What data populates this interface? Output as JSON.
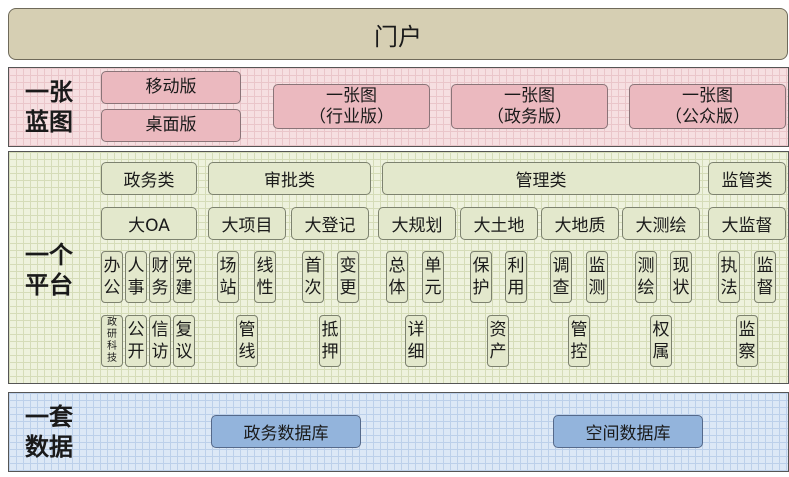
{
  "portal": {
    "label": "门户"
  },
  "blueprint": {
    "title_line1": "一张",
    "title_line2": "蓝图",
    "versions": [
      "移动版",
      "桌面版"
    ],
    "maps": [
      {
        "line1": "一张图",
        "line2": "（行业版）"
      },
      {
        "line1": "一张图",
        "line2": "（政务版）"
      },
      {
        "line1": "一张图",
        "line2": "（公众版）"
      }
    ]
  },
  "platform": {
    "title_line1": "一个",
    "title_line2": "平台",
    "categories": [
      "政务类",
      "审批类",
      "管理类",
      "监管类"
    ],
    "systems": [
      "大OA",
      "大项目",
      "大登记",
      "大规划",
      "大土地",
      "大地质",
      "大测绘",
      "大监督"
    ],
    "modules_row1": [
      [
        "办",
        "公"
      ],
      [
        "人",
        "事"
      ],
      [
        "财",
        "务"
      ],
      [
        "党",
        "建"
      ],
      [
        "场",
        "站"
      ],
      [
        "线",
        "性"
      ],
      [
        "首",
        "次"
      ],
      [
        "变",
        "更"
      ],
      [
        "总",
        "体"
      ],
      [
        "单",
        "元"
      ],
      [
        "保",
        "护"
      ],
      [
        "利",
        "用"
      ],
      [
        "调",
        "查"
      ],
      [
        "监",
        "测"
      ],
      [
        "测",
        "绘"
      ],
      [
        "现",
        "状"
      ],
      [
        "执",
        "法"
      ],
      [
        "监",
        "督"
      ]
    ],
    "modules_row2": [
      [
        "政",
        "研",
        "科",
        "技"
      ],
      [
        "公",
        "开"
      ],
      [
        "信",
        "访"
      ],
      [
        "复",
        "议"
      ],
      [
        "管",
        "线"
      ],
      [
        "抵",
        "押"
      ],
      [
        "详",
        "细"
      ],
      [
        "资",
        "产"
      ],
      [
        "管",
        "控"
      ],
      [
        "权",
        "属"
      ],
      [
        "监",
        "察"
      ]
    ]
  },
  "data": {
    "title_line1": "一套",
    "title_line2": "数据",
    "databases": [
      "政务数据库",
      "空间数据库"
    ]
  },
  "colors": {
    "portal": "#d6cfb3",
    "blueprint_bg": "#f6dfe1",
    "blueprint_box": "#ebb9bf",
    "platform_bg": "#eef2dd",
    "platform_box": "#e3e8cc",
    "data_bg": "#dce8f6",
    "data_box": "#93b4dc"
  }
}
